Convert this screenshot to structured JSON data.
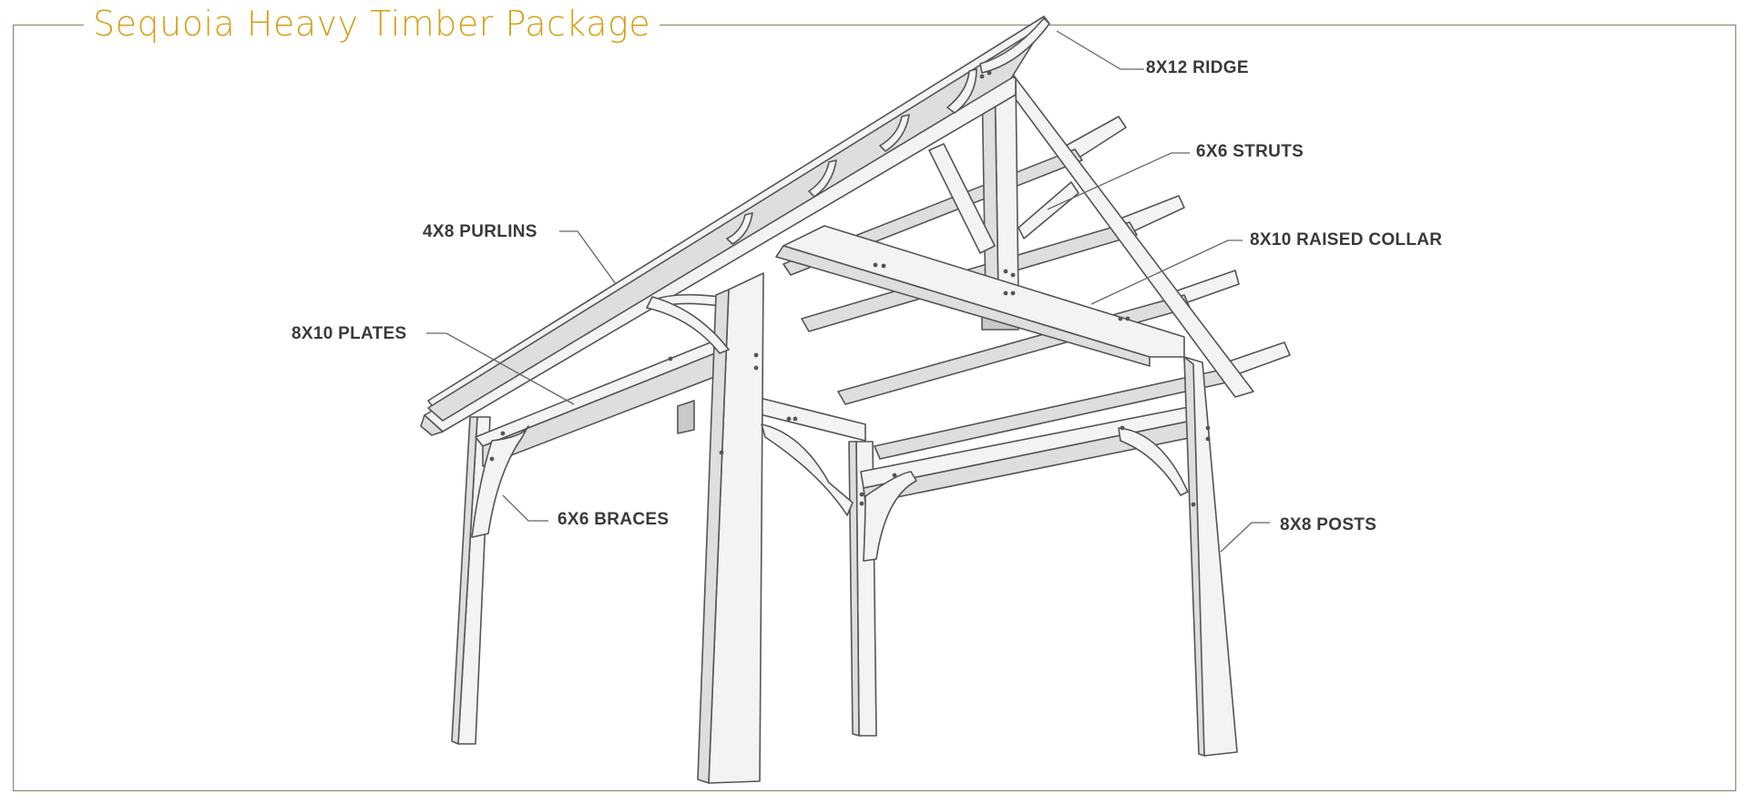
{
  "title": "Sequoia Heavy Timber Package",
  "colors": {
    "title": "#d4a017",
    "frame": "#8b7d6b",
    "label": "#3a3a3a",
    "timber_light": "#f3f3f3",
    "timber_shade": "#dedede",
    "timber_dark": "#c9c9c9"
  },
  "callouts": {
    "ridge": "8X12 RIDGE",
    "struts": "6X6 STRUTS",
    "purlins": "4X8 PURLINS",
    "collar": "8X10 RAISED COLLAR",
    "plates": "8X10 PLATES",
    "braces": "6X6 BRACES",
    "posts": "8X8 POSTS"
  }
}
